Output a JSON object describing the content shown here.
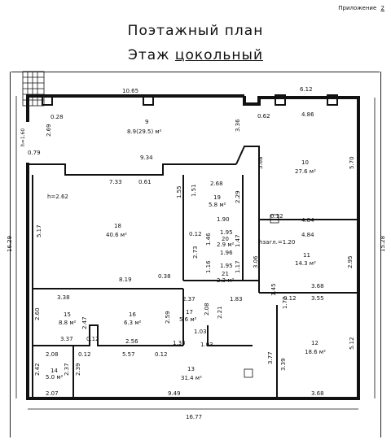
{
  "header": {
    "appendix_label": "Приложение",
    "appendix_number": "2",
    "title_line1": "Поэтажный план",
    "title_line2_prefix": "Этаж",
    "title_line2_value": "цокольный"
  },
  "overall_dims": {
    "total_width": "16.77",
    "right_height": "15.28",
    "left_height": "16.29",
    "top_left": "10.65",
    "top_right": "6.12"
  },
  "rooms": [
    {
      "num": "9",
      "area": "8.9(29.5) м²"
    },
    {
      "num": "10",
      "area": "27.6 м²"
    },
    {
      "num": "11",
      "area": "14.3 м²"
    },
    {
      "num": "12",
      "area": "18.6 м²"
    },
    {
      "num": "13",
      "area": "31.4 м²"
    },
    {
      "num": "14",
      "area": "5.0 м²"
    },
    {
      "num": "15",
      "area": "8.8 м²"
    },
    {
      "num": "16",
      "area": "6.3 м²"
    },
    {
      "num": "17",
      "area": "5.6 м²"
    },
    {
      "num": "18",
      "area": "40.6 м²"
    },
    {
      "num": "19",
      "area": "5.8 м²"
    },
    {
      "num": "20",
      "area": "2.9 м²"
    },
    {
      "num": "21",
      "area": "2.3 м²"
    }
  ],
  "notes": {
    "h_left": "h=1.60",
    "h_room18": "h=2.62",
    "h_room11": "hзагл.=1.20"
  },
  "dims": [
    "0.28",
    "2.69",
    "0.79",
    "9.34",
    "7.33",
    "0.61",
    "2.68",
    "1.55",
    "1.51",
    "2.29",
    "3.36",
    "0.62",
    "4.86",
    "5.68",
    "5.70",
    "0.12",
    "4.84",
    "4.84",
    "5.17",
    "1.90",
    "1.95",
    "1.96",
    "1.95",
    "1.46",
    "1.47",
    "2.73",
    "1.16",
    "1.17",
    "0.12",
    "3.06",
    "2.95",
    "8.19",
    "0.38",
    "2.37",
    "1.83",
    "3.68",
    "1.45",
    "1.72",
    "0.12",
    "3.55",
    "3.38",
    "2.60",
    "2.47",
    "2.59",
    "2.08",
    "2.21",
    "1.03",
    "1.33",
    "1.03",
    "3.37",
    "0.12",
    "2.56",
    "0.12",
    "5.57",
    "0.12",
    "2.08",
    "2.37",
    "2.39",
    "2.42",
    "3.77",
    "3.39",
    "5.12",
    "2.07",
    "9.49",
    "3.68"
  ]
}
